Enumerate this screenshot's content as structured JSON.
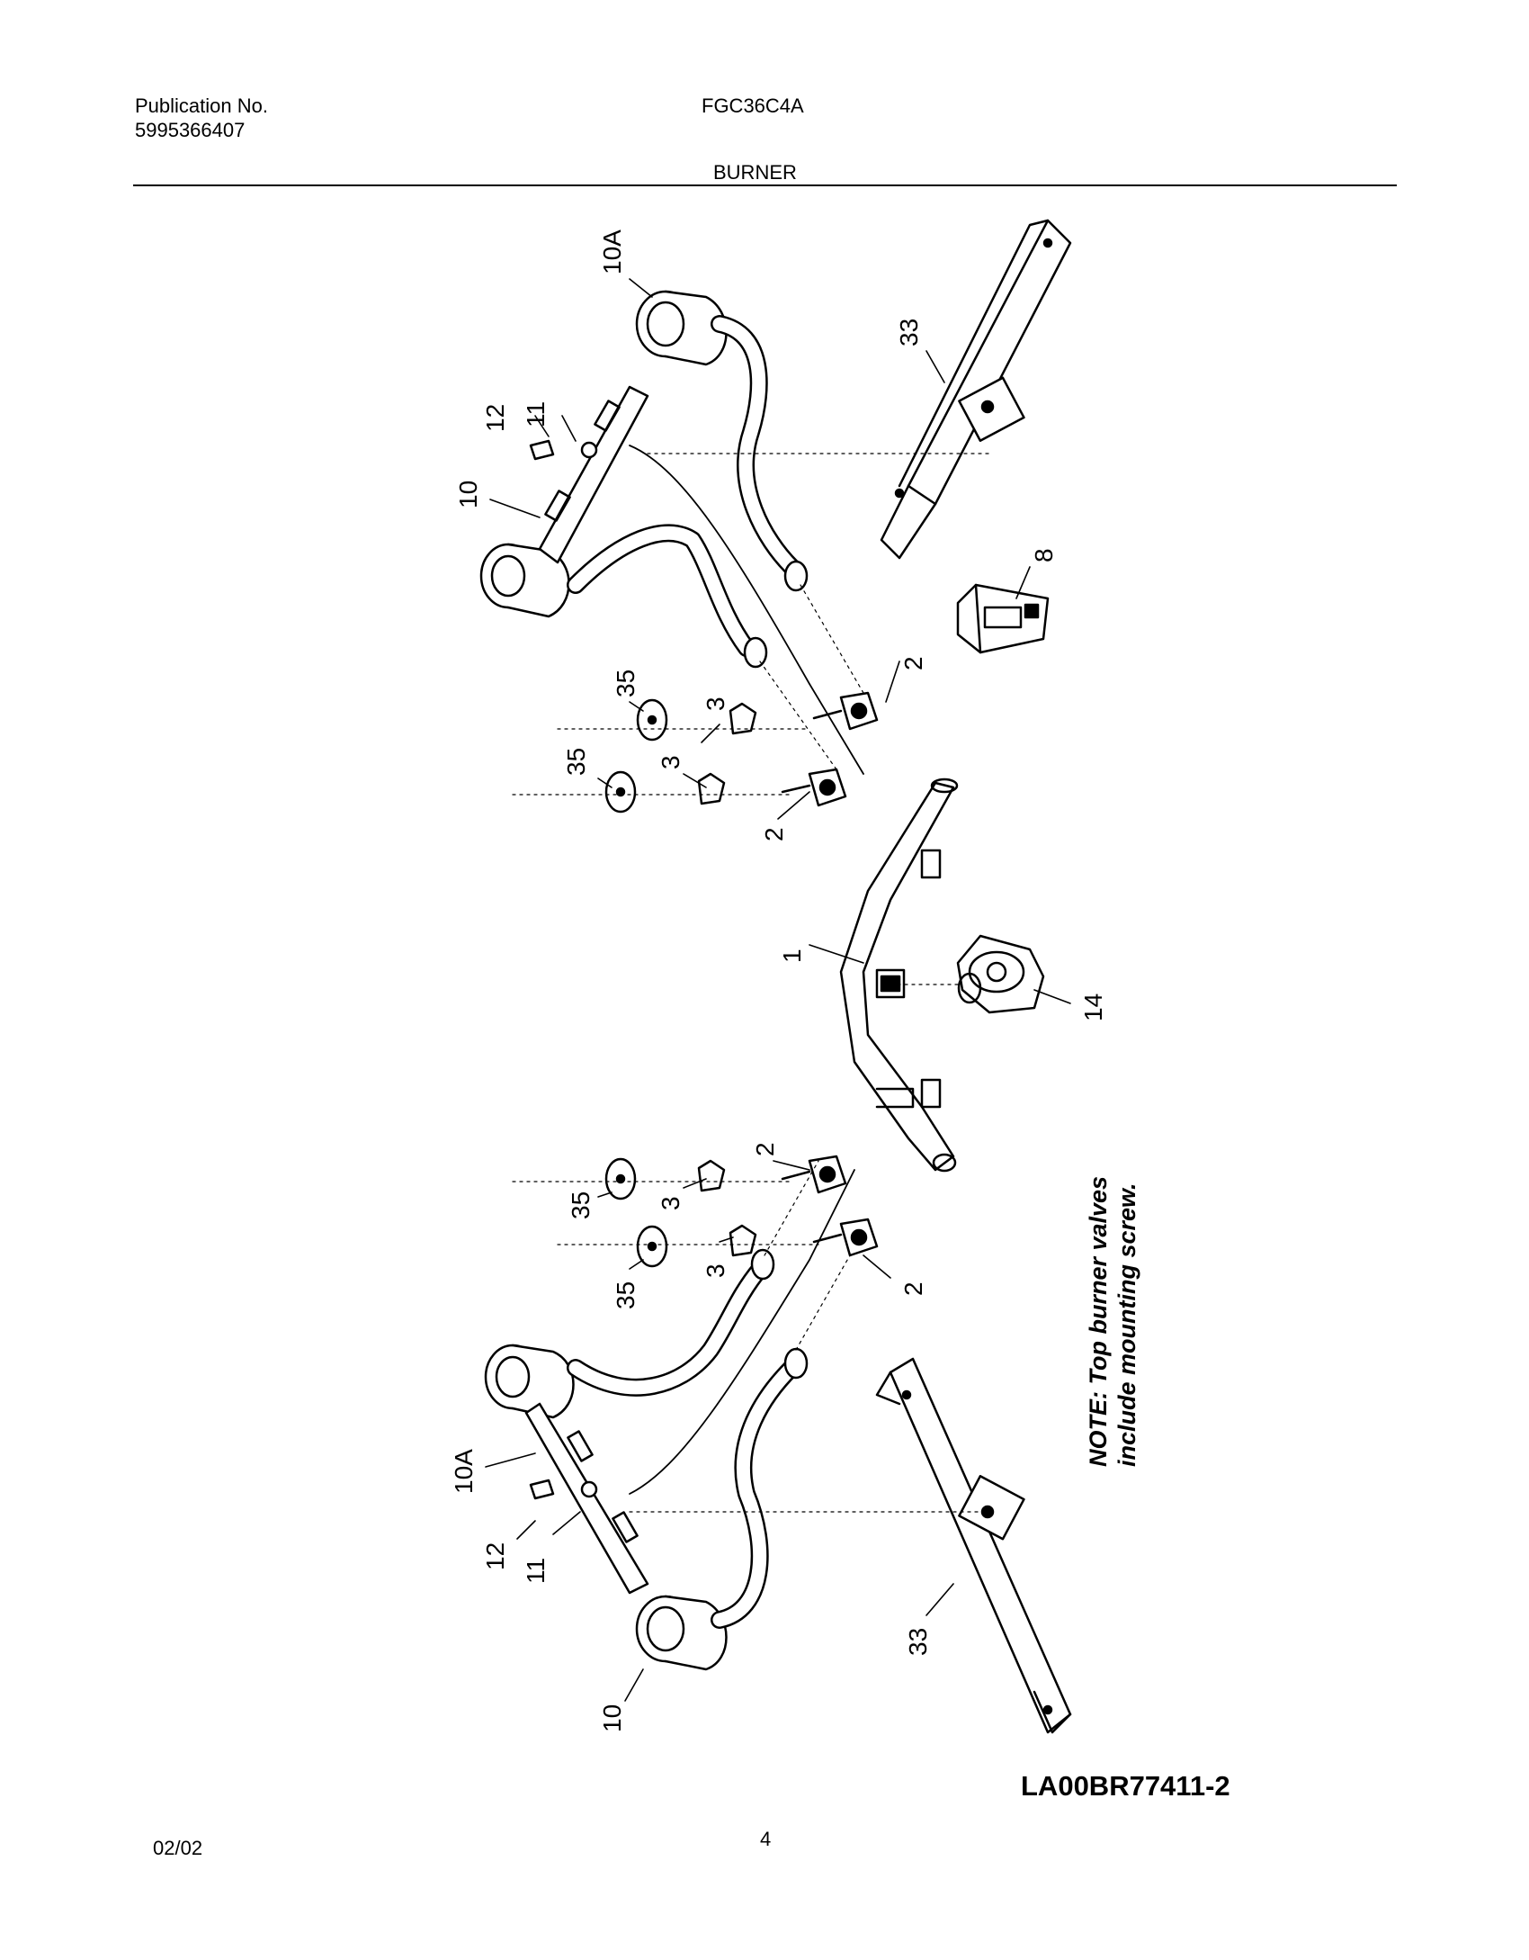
{
  "header": {
    "publication_label": "Publication No.",
    "publication_number": "5995366407",
    "model": "FGC36C4A",
    "section": "BURNER"
  },
  "diagram": {
    "callouts": {
      "part_1": "1",
      "part_2": "2",
      "part_3": "3",
      "part_8": "8",
      "part_10": "10",
      "part_10a": "10A",
      "part_11": "11",
      "part_12": "12",
      "part_14": "14",
      "part_33": "33",
      "part_35": "35"
    },
    "note_line1": "NOTE: Top burner valves",
    "note_line2": "include mounting screw."
  },
  "footer": {
    "drawing_id": "LA00BR77411-2",
    "date": "02/02",
    "page": "4"
  }
}
